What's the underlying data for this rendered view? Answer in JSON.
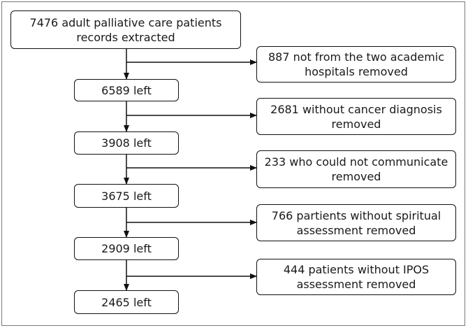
{
  "flow": {
    "start": {
      "line1": "7476 adult palliative care patients",
      "line2": "records extracted"
    },
    "steps": [
      {
        "left": "6589 left",
        "removed_line1": "887 not from the two academic",
        "removed_line2": "hospitals removed"
      },
      {
        "left": "3908 left",
        "removed_line1": "2681 without cancer diagnosis",
        "removed_line2": "removed"
      },
      {
        "left": "3675 left",
        "removed_line1": "233 who could not communicate",
        "removed_line2": "removed"
      },
      {
        "left": "2909 left",
        "removed_line1": "766 partients without spiritual",
        "removed_line2": "assessment removed"
      },
      {
        "left": "2465 left",
        "removed_line1": "444 patients without IPOS",
        "removed_line2": "assessment removed"
      }
    ]
  },
  "colors": {
    "stroke": "#111111",
    "frame": "#7a7a7a"
  }
}
